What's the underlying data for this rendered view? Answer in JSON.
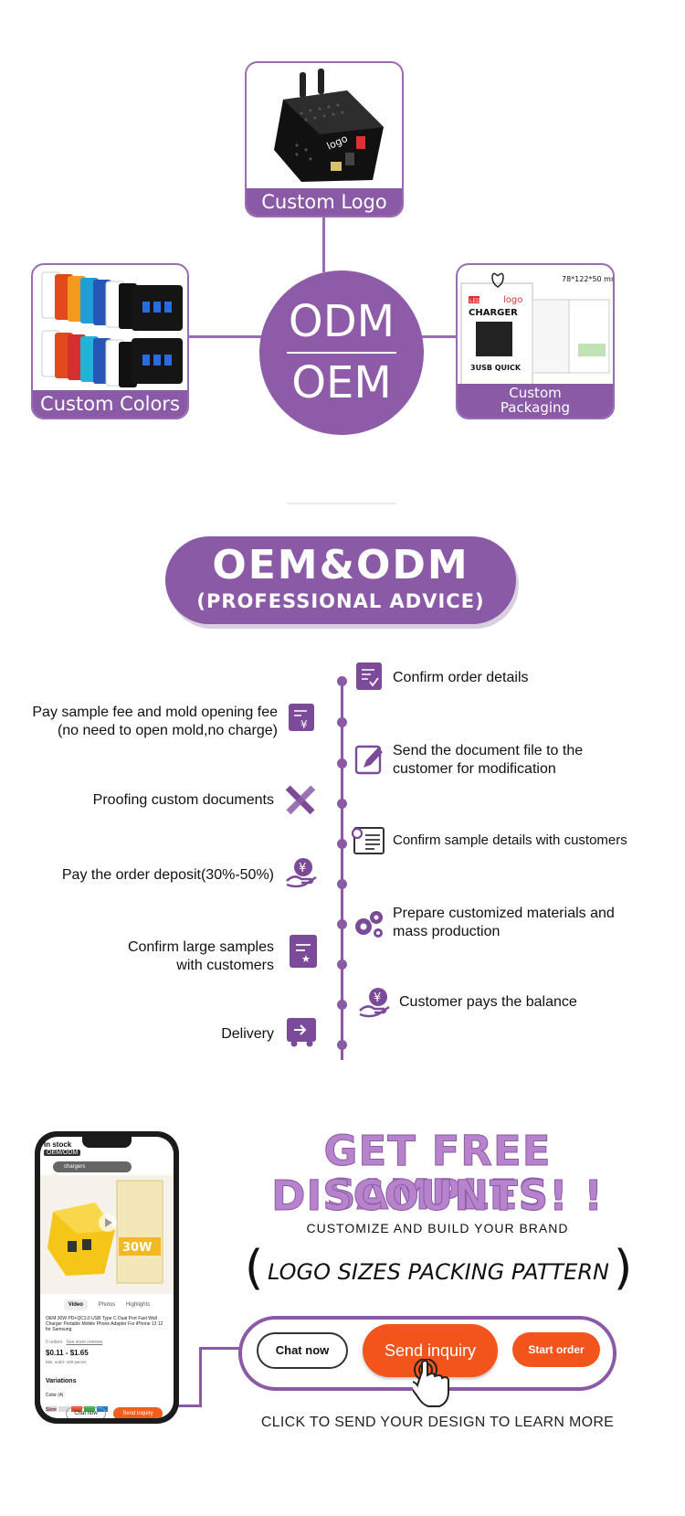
{
  "hub": {
    "top_label": "ODM",
    "bottom_label": "OEM"
  },
  "cards": {
    "logo": {
      "caption": "Custom Logo",
      "logo_text": "logo"
    },
    "colors": {
      "caption": "Custom Colors"
    },
    "packaging": {
      "caption_line1": "Custom",
      "caption_line2": "Packaging",
      "box_brand": "logo",
      "box_title": "CHARGER",
      "box_sub": "3USB QUICK",
      "box_size": "78*122*50 mm",
      "box_led": "LED"
    }
  },
  "section_title": {
    "main": "OEM&ODM",
    "sub": "(PROFESSIONAL ADVICE)"
  },
  "timeline": {
    "right": [
      {
        "text": "Confirm order details",
        "icon": "checklist-icon"
      },
      {
        "text": "Send the document file to the customer for modification",
        "line1": "Send the document file to the",
        "line2": "customer for modification",
        "icon": "edit-document-icon"
      },
      {
        "text": "Confirm sample details with customers",
        "icon": "id-card-icon"
      },
      {
        "text": "Prepare customized materials and mass production",
        "line1": "Prepare customized materials and",
        "line2": "mass production",
        "icon": "gears-icon"
      },
      {
        "text": "Customer pays the balance",
        "icon": "yuan-hand-icon"
      }
    ],
    "left": [
      {
        "line1": "Pay sample fee and mold opening fee",
        "line2": "(no need to open mold,no charge)",
        "icon": "yuan-document-icon"
      },
      {
        "line1": "Proofing custom documents",
        "icon": "ruler-pencil-icon"
      },
      {
        "line1": "Pay the order deposit(30%-50%)",
        "icon": "yuan-hand-icon"
      },
      {
        "line1": "Confirm large samples",
        "line2": "with customers",
        "icon": "star-document-icon"
      },
      {
        "line1": "Delivery",
        "icon": "truck-icon"
      }
    ]
  },
  "phone": {
    "badge": "In stock",
    "badge2": "OEM/ODM",
    "search": "chargers",
    "tabs": [
      "Video",
      "Photos",
      "Highlights"
    ],
    "description": "OEM 30W PD+QC3.0 USB Type C Dual Port Fast Wall Charger Portable Mobile Phone Adapter For iPhone 13 12 for Samsung",
    "orders": "0 orders",
    "store_link": "See store reviews",
    "price": "$0.11 - $1.65",
    "min_order": "Min. order: 100 pieces",
    "variations": "Variations",
    "color": "Color (4)",
    "store": "Store",
    "chat": "Chat now",
    "send": "Send inquiry",
    "box_text": "30W"
  },
  "promo": {
    "headline1": "GET FREE SAMPLES",
    "headline2": "DISCOUNTS! !",
    "tagline": "CUSTOMIZE AND BUILD YOUR BRAND",
    "items": "LOGO SIZES PACKING PATTERN",
    "chat_label": "Chat now",
    "send_label": "Send inquiry",
    "start_label": "Start order",
    "note": "CLICK TO SEND YOUR DESIGN TO LEARN MORE"
  },
  "colors": {
    "brand": "#8a5aa6",
    "accent": "#f2541b"
  }
}
